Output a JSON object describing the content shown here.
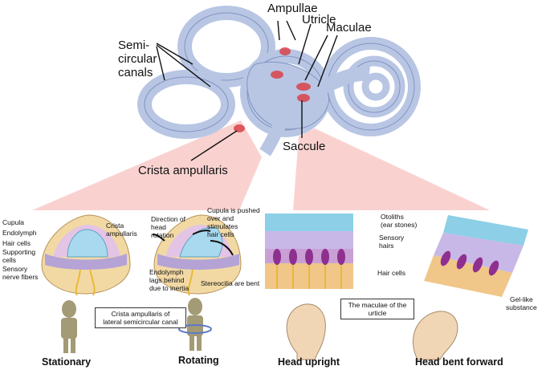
{
  "labels": {
    "ampullae": "Ampullae",
    "utricle": "Utricle",
    "maculae": "Maculae",
    "semicircular_canals": "Semi-\ncircular\ncanals",
    "saccule": "Saccule",
    "crista_ampullaris": "Crista ampullaris"
  },
  "crista_panel": {
    "cupula": "Cupula",
    "endolymph": "Endolymph",
    "hair_cells": "Hair cells",
    "supporting_cells": "Supporting\ncells",
    "sensory_nerve_fibers": "Sensory\nnerve fibers",
    "crista_ampullaris": "Crista\nampullaris",
    "direction_of_head_rotation": "Direction of\nhead\nrotation",
    "cupula_pushed": "Cupula is pushed\nover and\nstimulates\nhair cells",
    "endolymph_lags": "Endolymph\nlags behind\ndue to inertia",
    "stereocilia_bent": "Stereocilia are bent",
    "note_box": "Crista ampullaris of\nlateral semicircular canal"
  },
  "macula_panel": {
    "otoliths": "Otoliths\n(ear stones)",
    "sensory_hairs": "Sensory\nhairs",
    "hair_cells": "Hair cells",
    "gel_like": "Gel-like\nsubstance",
    "note_box": "The maculae of the\nurticle"
  },
  "captions": {
    "stationary": "Stationary",
    "rotating": "Rotating",
    "head_upright": "Head upright",
    "head_bent_forward": "Head bent forward"
  },
  "colors": {
    "canal_blue": "#b8c6e4",
    "canal_stroke": "#8193c2",
    "pink_wedge": "#f7c7c4",
    "cupula": "#a9d9ee",
    "otolith_layer": "#8ccfe6",
    "hair_cell": "#8f2f8f",
    "nerve": "#e8b93a",
    "figure": "#a39a76"
  }
}
